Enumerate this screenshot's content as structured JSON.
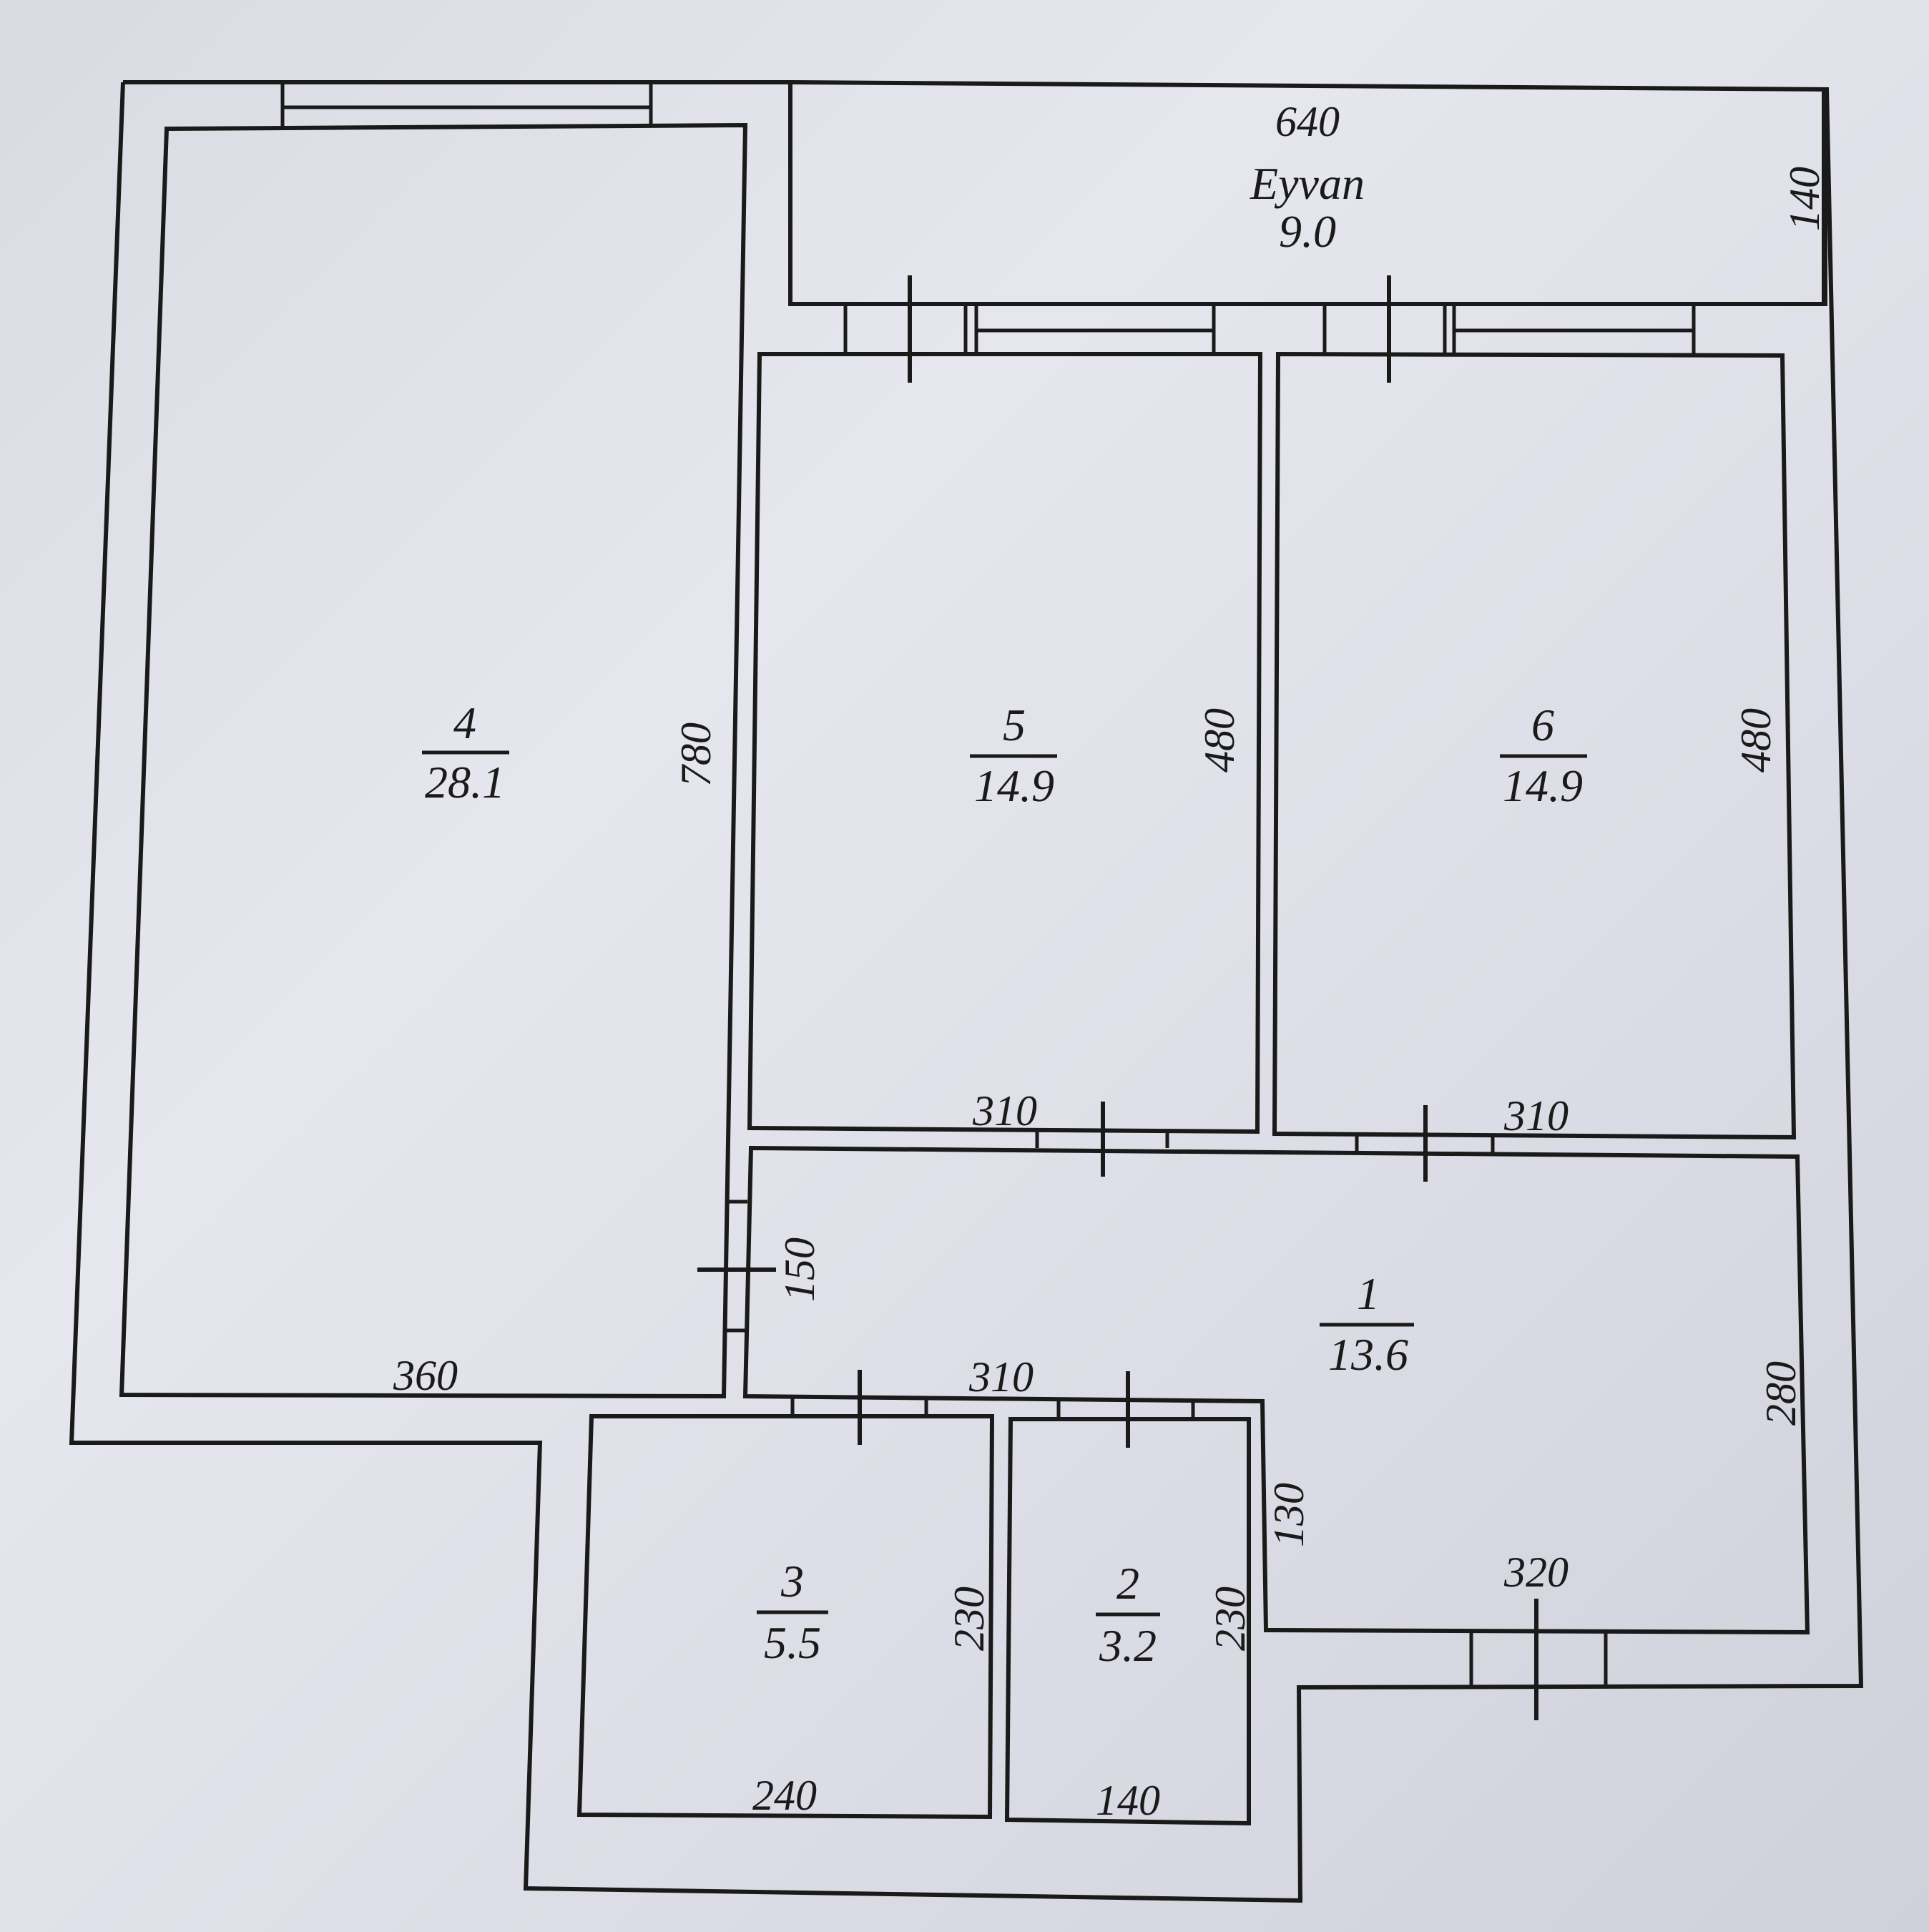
{
  "balcony": {
    "name": "Eyvan",
    "area": "9.0",
    "width": "640",
    "depth": "140"
  },
  "rooms": [
    {
      "number": "4",
      "area": "28.1",
      "height_dim": "780",
      "width_dim": "360"
    },
    {
      "number": "5",
      "area": "14.9",
      "height_dim": "480",
      "width_dim": "310"
    },
    {
      "number": "6",
      "area": "14.9",
      "height_dim": "480",
      "width_dim": "310"
    },
    {
      "number": "1",
      "area": "13.6",
      "door_dim": "150",
      "width_top_dim": "310",
      "height_dim": "280",
      "notch_dim": "130",
      "width_bottom_dim": "320"
    },
    {
      "number": "3",
      "area": "5.5",
      "height_dim": "230",
      "width_dim": "240"
    },
    {
      "number": "2",
      "area": "3.2",
      "height_dim": "230",
      "width_dim": "140"
    }
  ]
}
